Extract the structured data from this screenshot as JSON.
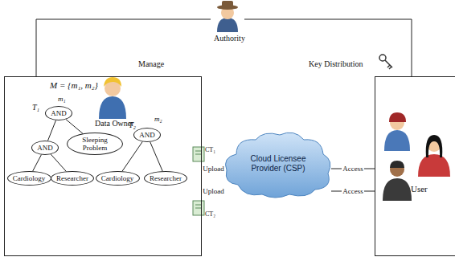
{
  "diagram": {
    "nodes": [
      {
        "text": [
          "M = {m₁, m₂}",
          "Data Owner"
        ]
      },
      {
        "text": [
          "AND"
        ],
        "in": 0
      },
      {
        "text": [
          "AND"
        ],
        "in": 0
      },
      {
        "text": [
          "Sleeping Problem"
        ],
        "in": 0
      },
      {
        "text": [
          "Cardiology"
        ],
        "in": 0
      },
      {
        "text": [
          "Researcher"
        ],
        "in": 0
      },
      {
        "text": [
          "AND"
        ],
        "in": 0
      },
      {
        "text": [
          "Cardiology"
        ],
        "in": 0
      },
      {
        "text": [
          "Researcher"
        ],
        "in": 0
      },
      {
        "text": [
          "Cloud Licensee Provider (CSP)"
        ]
      },
      {
        "text": [
          "User"
        ]
      }
    ],
    "edges": [
      {
        "from": 1,
        "to": 2,
        "arrow": "none"
      },
      {
        "from": 1,
        "to": 3,
        "arrow": "none"
      },
      {
        "from": 2,
        "to": 4,
        "arrow": "none"
      },
      {
        "from": 2,
        "to": 5,
        "arrow": "none"
      },
      {
        "from": 6,
        "to": 7,
        "arrow": "none"
      },
      {
        "from": 6,
        "to": 8,
        "arrow": "none"
      },
      {
        "from": 0,
        "to": 9,
        "label": "Upload",
        "arrow": "none"
      },
      {
        "from": 0,
        "to": 9,
        "label": "Upload",
        "arrow": "none"
      },
      {
        "from": 10,
        "to": 9,
        "label": "Access",
        "arrow": "none"
      },
      {
        "from": 10,
        "to": 9,
        "label": "Access",
        "arrow": "none"
      }
    ],
    "labels": [
      "Authority",
      "Manage",
      "Key Distribution",
      "T₁",
      "m₁",
      "T₂",
      "m₂",
      "CT₁",
      "CT₂"
    ]
  }
}
